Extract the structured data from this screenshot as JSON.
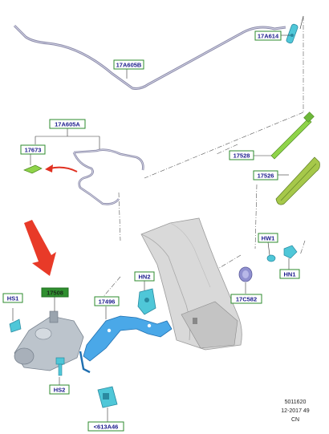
{
  "colors": {
    "label_fill": "#ffffff",
    "label_border": "#2e8b2e",
    "label_text": "#1a1a8c",
    "highlight_fill": "#2f8f2f",
    "part_blue": "#4aa8e8",
    "part_green": "#8fd44a",
    "part_cyan": "#4fc7d8",
    "arrow_red": "#e03020",
    "gate_grey": "#c8c8c8",
    "cable_purple": "#7c7ca8"
  },
  "labels": {
    "p17A614": "17A614",
    "p17A605B": "17A605B",
    "p17A605A": "17A605A",
    "p17673": "17673",
    "p17528": "17528",
    "p17526": "17526",
    "pHW1": "HW1",
    "pHN1": "HN1",
    "pHN2": "HN2",
    "p17C582": "17C582",
    "pHS1": "HS1",
    "p17508": "17508",
    "p17496": "17496",
    "pHS2": "HS2",
    "p613A46": "<613A46"
  },
  "footer": {
    "ref_number": "5011620",
    "date_code": "12-2017 49",
    "region": "CN"
  }
}
